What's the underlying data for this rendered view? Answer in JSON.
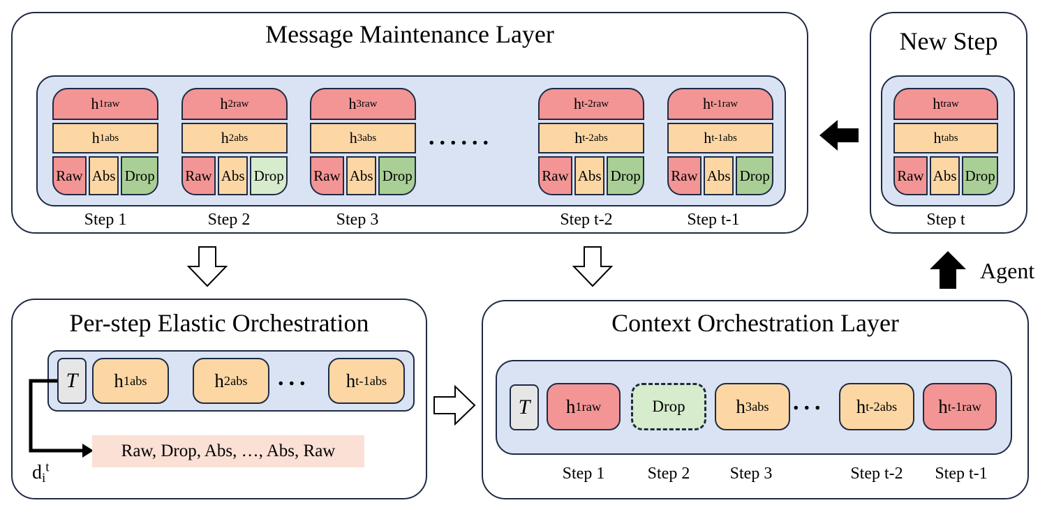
{
  "message_layer": {
    "title": "Message Maintenance Layer",
    "steps": [
      {
        "label": "Step 1",
        "h": "h",
        "sub": "1"
      },
      {
        "label": "Step 2",
        "h": "h",
        "sub": "2"
      },
      {
        "label": "Step 3",
        "h": "h",
        "sub": "3"
      },
      {
        "label": "Step t-2",
        "h": "h",
        "sub": "t-2"
      },
      {
        "label": "Step t-1",
        "h": "h",
        "sub": "t-1"
      }
    ],
    "raw_sup": "raw",
    "abs_sup": "abs",
    "cell_raw": "Raw",
    "cell_abs": "Abs",
    "cell_drop": "Drop",
    "ellipsis": "......"
  },
  "new_step": {
    "title": "New Step",
    "h": "h",
    "sub": "t",
    "raw_sup": "raw",
    "abs_sup": "abs",
    "cell_raw": "Raw",
    "cell_abs": "Abs",
    "cell_drop": "Drop",
    "label": "Step t"
  },
  "agent_label": "Agent",
  "elastic": {
    "title": "Per-step Elastic Orchestration",
    "t_symbol": "T",
    "items": [
      {
        "h": "h",
        "sub": "1",
        "sup": "abs"
      },
      {
        "h": "h",
        "sub": "2",
        "sup": "abs"
      },
      {
        "h": "h",
        "sub": "t-1",
        "sup": "abs"
      }
    ],
    "ellipsis": "...",
    "decision": "Raw, Drop, Abs, …, Abs, Raw",
    "d_label": "d",
    "d_sub": "i",
    "d_sup": "t"
  },
  "context_layer": {
    "title": "Context Orchestration Layer",
    "t_symbol": "T",
    "items": [
      {
        "h": "h",
        "sub": "1",
        "sup": "raw",
        "label": "Step 1"
      },
      {
        "drop": "Drop",
        "label": "Step 2"
      },
      {
        "h": "h",
        "sub": "3",
        "sup": "abs",
        "label": "Step 3"
      },
      {
        "h": "h",
        "sub": "t-2",
        "sup": "abs",
        "label": "Step t-2"
      },
      {
        "h": "h",
        "sub": "t-1",
        "sup": "raw",
        "label": "Step t-1"
      }
    ],
    "ellipsis": "..."
  },
  "colors": {
    "raw": "#f39595",
    "abs": "#fcd7a4",
    "drop": "#a9cf96",
    "panel_fill": "#d9e3f3",
    "border": "#1e2a44"
  }
}
